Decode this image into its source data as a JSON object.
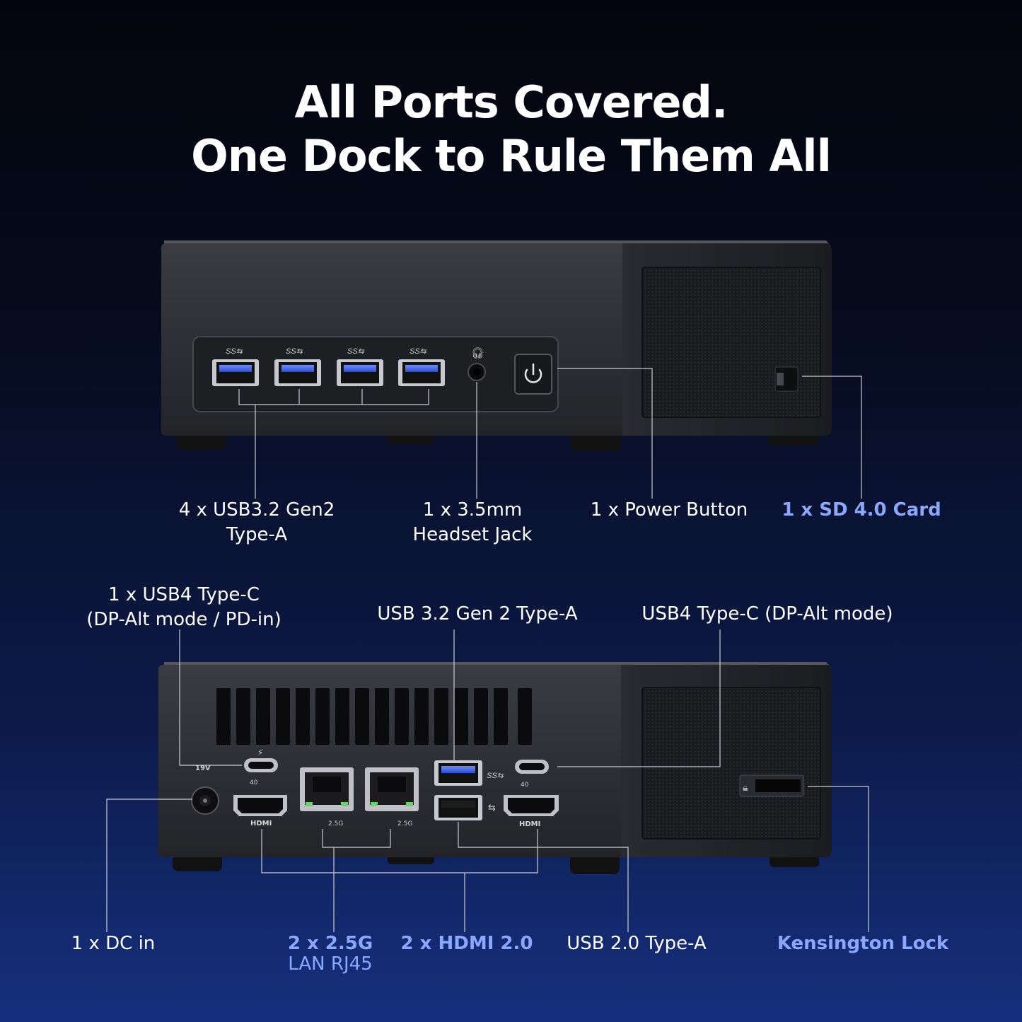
{
  "headline": {
    "line1": "All Ports Covered.",
    "line2": "One Dock to Rule Them All"
  },
  "front_labels": {
    "usb": {
      "line1": "4 x USB3.2 Gen2",
      "line2": "Type-A"
    },
    "jack": {
      "line1": "1 x 3.5mm",
      "line2": "Headset Jack"
    },
    "power": "1 x Power Button",
    "sd": "1 x SD 4.0 Card"
  },
  "rear_labels": {
    "usb4_pd": {
      "line1": "1 x USB4 Type-C",
      "line2": "(DP-Alt mode / PD-in)"
    },
    "usb32": "USB 3.2 Gen 2 Type-A",
    "usb4_dp": "USB4 Type-C (DP-Alt mode)",
    "dc": "1 x DC in",
    "lan": {
      "line1": "2 x 2.5G",
      "line2": "LAN RJ45"
    },
    "hdmi": "2 x HDMI 2.0",
    "usb20": "USB 2.0 Type-A",
    "kensington": "Kensington Lock"
  },
  "port_marks": {
    "hdmi": "HDMI",
    "lan_speed": "2.5G",
    "dc_voltage": "19V",
    "usb4_speed": "40"
  },
  "colors": {
    "accent_blue": "#8aa8ff",
    "usb_blue": "#3d63e0"
  }
}
